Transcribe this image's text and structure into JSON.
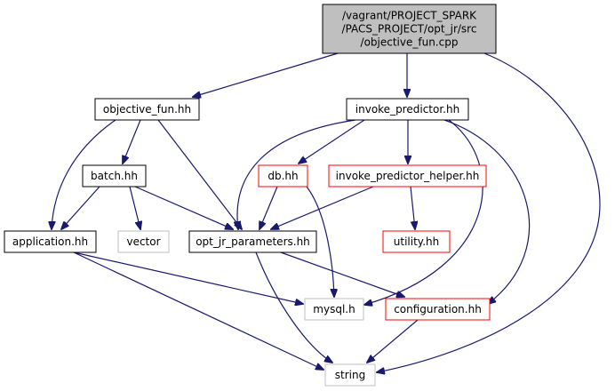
{
  "nodes": [
    {
      "id": "root",
      "lines": [
        "/vagrant/PROJECT_SPARK",
        "/PACS_PROJECT/opt_jr/src",
        "/objective_fun.cpp"
      ],
      "style": "root"
    },
    {
      "id": "objective_fun_hh",
      "lines": [
        "objective_fun.hh"
      ],
      "style": "normal"
    },
    {
      "id": "invoke_predictor_hh",
      "lines": [
        "invoke_predictor.hh"
      ],
      "style": "normal"
    },
    {
      "id": "batch_hh",
      "lines": [
        "batch.hh"
      ],
      "style": "normal"
    },
    {
      "id": "db_hh",
      "lines": [
        "db.hh"
      ],
      "style": "red"
    },
    {
      "id": "invoke_predictor_helper_hh",
      "lines": [
        "invoke_predictor_helper.hh"
      ],
      "style": "red"
    },
    {
      "id": "application_hh",
      "lines": [
        "application.hh"
      ],
      "style": "normal"
    },
    {
      "id": "vector",
      "lines": [
        "vector"
      ],
      "style": "gray"
    },
    {
      "id": "opt_jr_parameters_hh",
      "lines": [
        "opt_jr_parameters.hh"
      ],
      "style": "normal"
    },
    {
      "id": "utility_hh",
      "lines": [
        "utility.hh"
      ],
      "style": "red"
    },
    {
      "id": "mysql_h",
      "lines": [
        "mysql.h"
      ],
      "style": "gray"
    },
    {
      "id": "configuration_hh",
      "lines": [
        "configuration.hh"
      ],
      "style": "red"
    },
    {
      "id": "string",
      "lines": [
        "string"
      ],
      "style": "gray"
    }
  ],
  "edges": [
    [
      "root",
      "objective_fun_hh"
    ],
    [
      "root",
      "invoke_predictor_hh"
    ],
    [
      "root",
      "string"
    ],
    [
      "objective_fun_hh",
      "batch_hh"
    ],
    [
      "objective_fun_hh",
      "application_hh"
    ],
    [
      "objective_fun_hh",
      "opt_jr_parameters_hh"
    ],
    [
      "invoke_predictor_hh",
      "db_hh"
    ],
    [
      "invoke_predictor_hh",
      "invoke_predictor_helper_hh"
    ],
    [
      "invoke_predictor_hh",
      "opt_jr_parameters_hh"
    ],
    [
      "invoke_predictor_hh",
      "mysql_h"
    ],
    [
      "invoke_predictor_hh",
      "configuration_hh"
    ],
    [
      "batch_hh",
      "application_hh"
    ],
    [
      "batch_hh",
      "vector"
    ],
    [
      "batch_hh",
      "opt_jr_parameters_hh"
    ],
    [
      "db_hh",
      "opt_jr_parameters_hh"
    ],
    [
      "db_hh",
      "mysql_h"
    ],
    [
      "invoke_predictor_helper_hh",
      "opt_jr_parameters_hh"
    ],
    [
      "invoke_predictor_helper_hh",
      "utility_hh"
    ],
    [
      "application_hh",
      "mysql_h"
    ],
    [
      "application_hh",
      "string"
    ],
    [
      "opt_jr_parameters_hh",
      "configuration_hh"
    ],
    [
      "opt_jr_parameters_hh",
      "string"
    ],
    [
      "configuration_hh",
      "string"
    ]
  ],
  "colors": {
    "edge": "#191970",
    "border_normal": "#000000",
    "border_red": "#ff0000",
    "border_gray": "#bfbfbf",
    "root_fill": "#bfbfbf",
    "node_fill": "#ffffff"
  }
}
